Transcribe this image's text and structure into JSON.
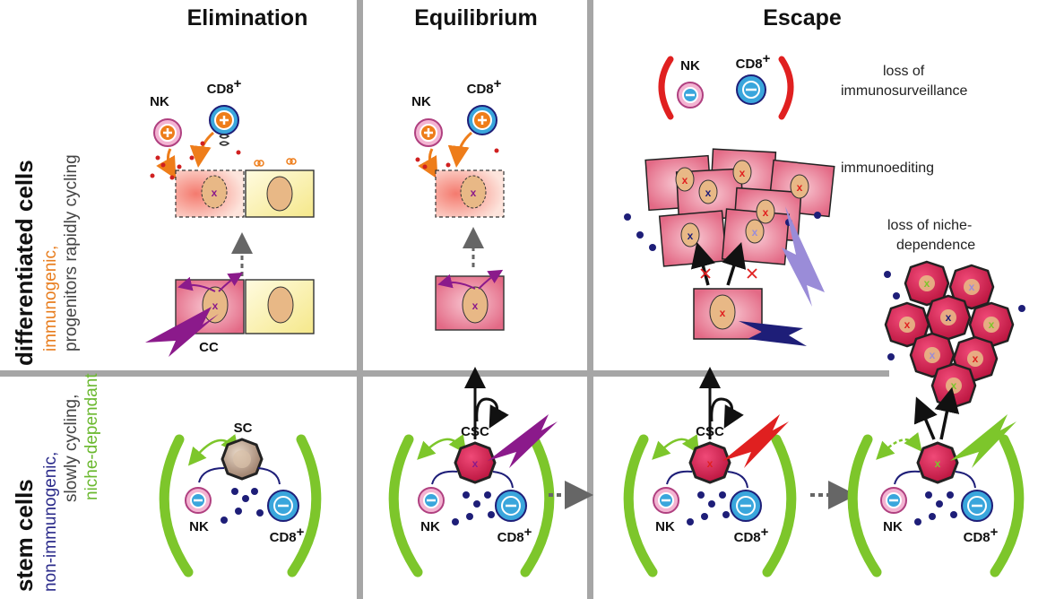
{
  "headers": {
    "elimination": "Elimination",
    "equilibrium": "Equilibrium",
    "escape": "Escape"
  },
  "row_labels": {
    "differentiated": {
      "title": "differentiated cells",
      "line1": "immunogenic,",
      "line2": "progenitors rapidly cycling"
    },
    "stem": {
      "title": "stem cells",
      "line1": "non-immunogenic,",
      "line2": "slowly cycling,",
      "line3": "niche-dependant"
    }
  },
  "cell_labels": {
    "nk": "NK",
    "cd8": "CD8",
    "cd8_sup": "+",
    "cc": "CC",
    "sc": "SC",
    "csc": "CSC"
  },
  "annotations": {
    "loss_immuno_1": "loss of",
    "loss_immuno_2": "immunosurveillance",
    "immunoediting": "immunoediting",
    "loss_niche_1": "loss of niche-",
    "loss_niche_2": "dependence"
  },
  "colors": {
    "divider": "#a6a6a6",
    "tumor_fill": "#e8708a",
    "tumor_stroke": "#c2185b",
    "normal_fill": "#fbf0a0",
    "nucleus": "#e8b886",
    "niche_green": "#7dc62b",
    "nk_pink": "#f3b4d2",
    "cd8_blue": "#3aa6dc",
    "immune_orange": "#ee7d1a",
    "purple_bolt": "#8b1a8b",
    "red_bolt": "#e02020",
    "navy": "#1e1e78",
    "lilac": "#9a8cd8",
    "immunogenic_text": "#e87d1e",
    "nonimmunogenic_text": "#2a2a8a",
    "slow_text": "#444444",
    "niche_text": "#6ab82e"
  }
}
